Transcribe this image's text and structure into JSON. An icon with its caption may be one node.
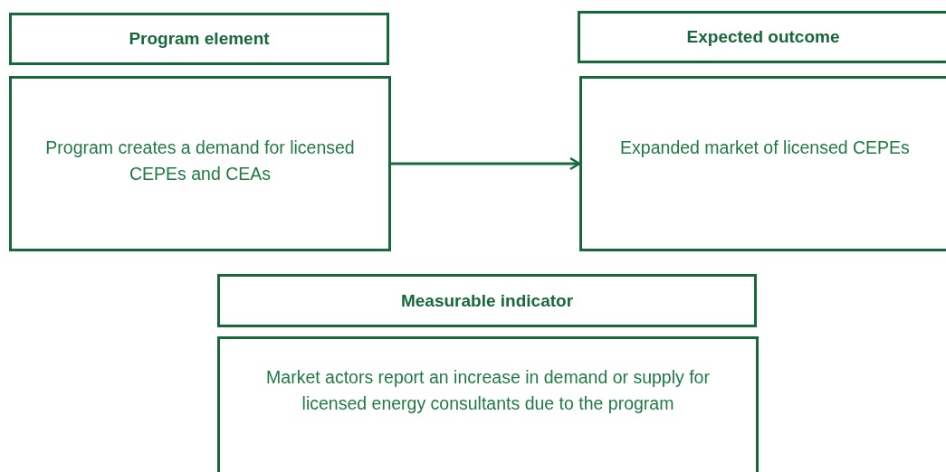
{
  "diagram": {
    "nodes": [
      {
        "text": [
          "Program element"
        ]
      },
      {
        "text": [
          "Expected outcome"
        ]
      },
      {
        "text": [
          "Program creates a demand for licensed CEPEs and CEAs"
        ]
      },
      {
        "text": [
          "Expanded market of licensed CEPEs"
        ]
      },
      {
        "text": [
          "Measurable indicator"
        ]
      },
      {
        "text": [
          "Market actors report an increase in demand or supply for licensed energy consultants due to the program"
        ]
      }
    ],
    "edges": [
      {
        "from": 2,
        "to": 3,
        "arrow": "to"
      }
    ]
  }
}
